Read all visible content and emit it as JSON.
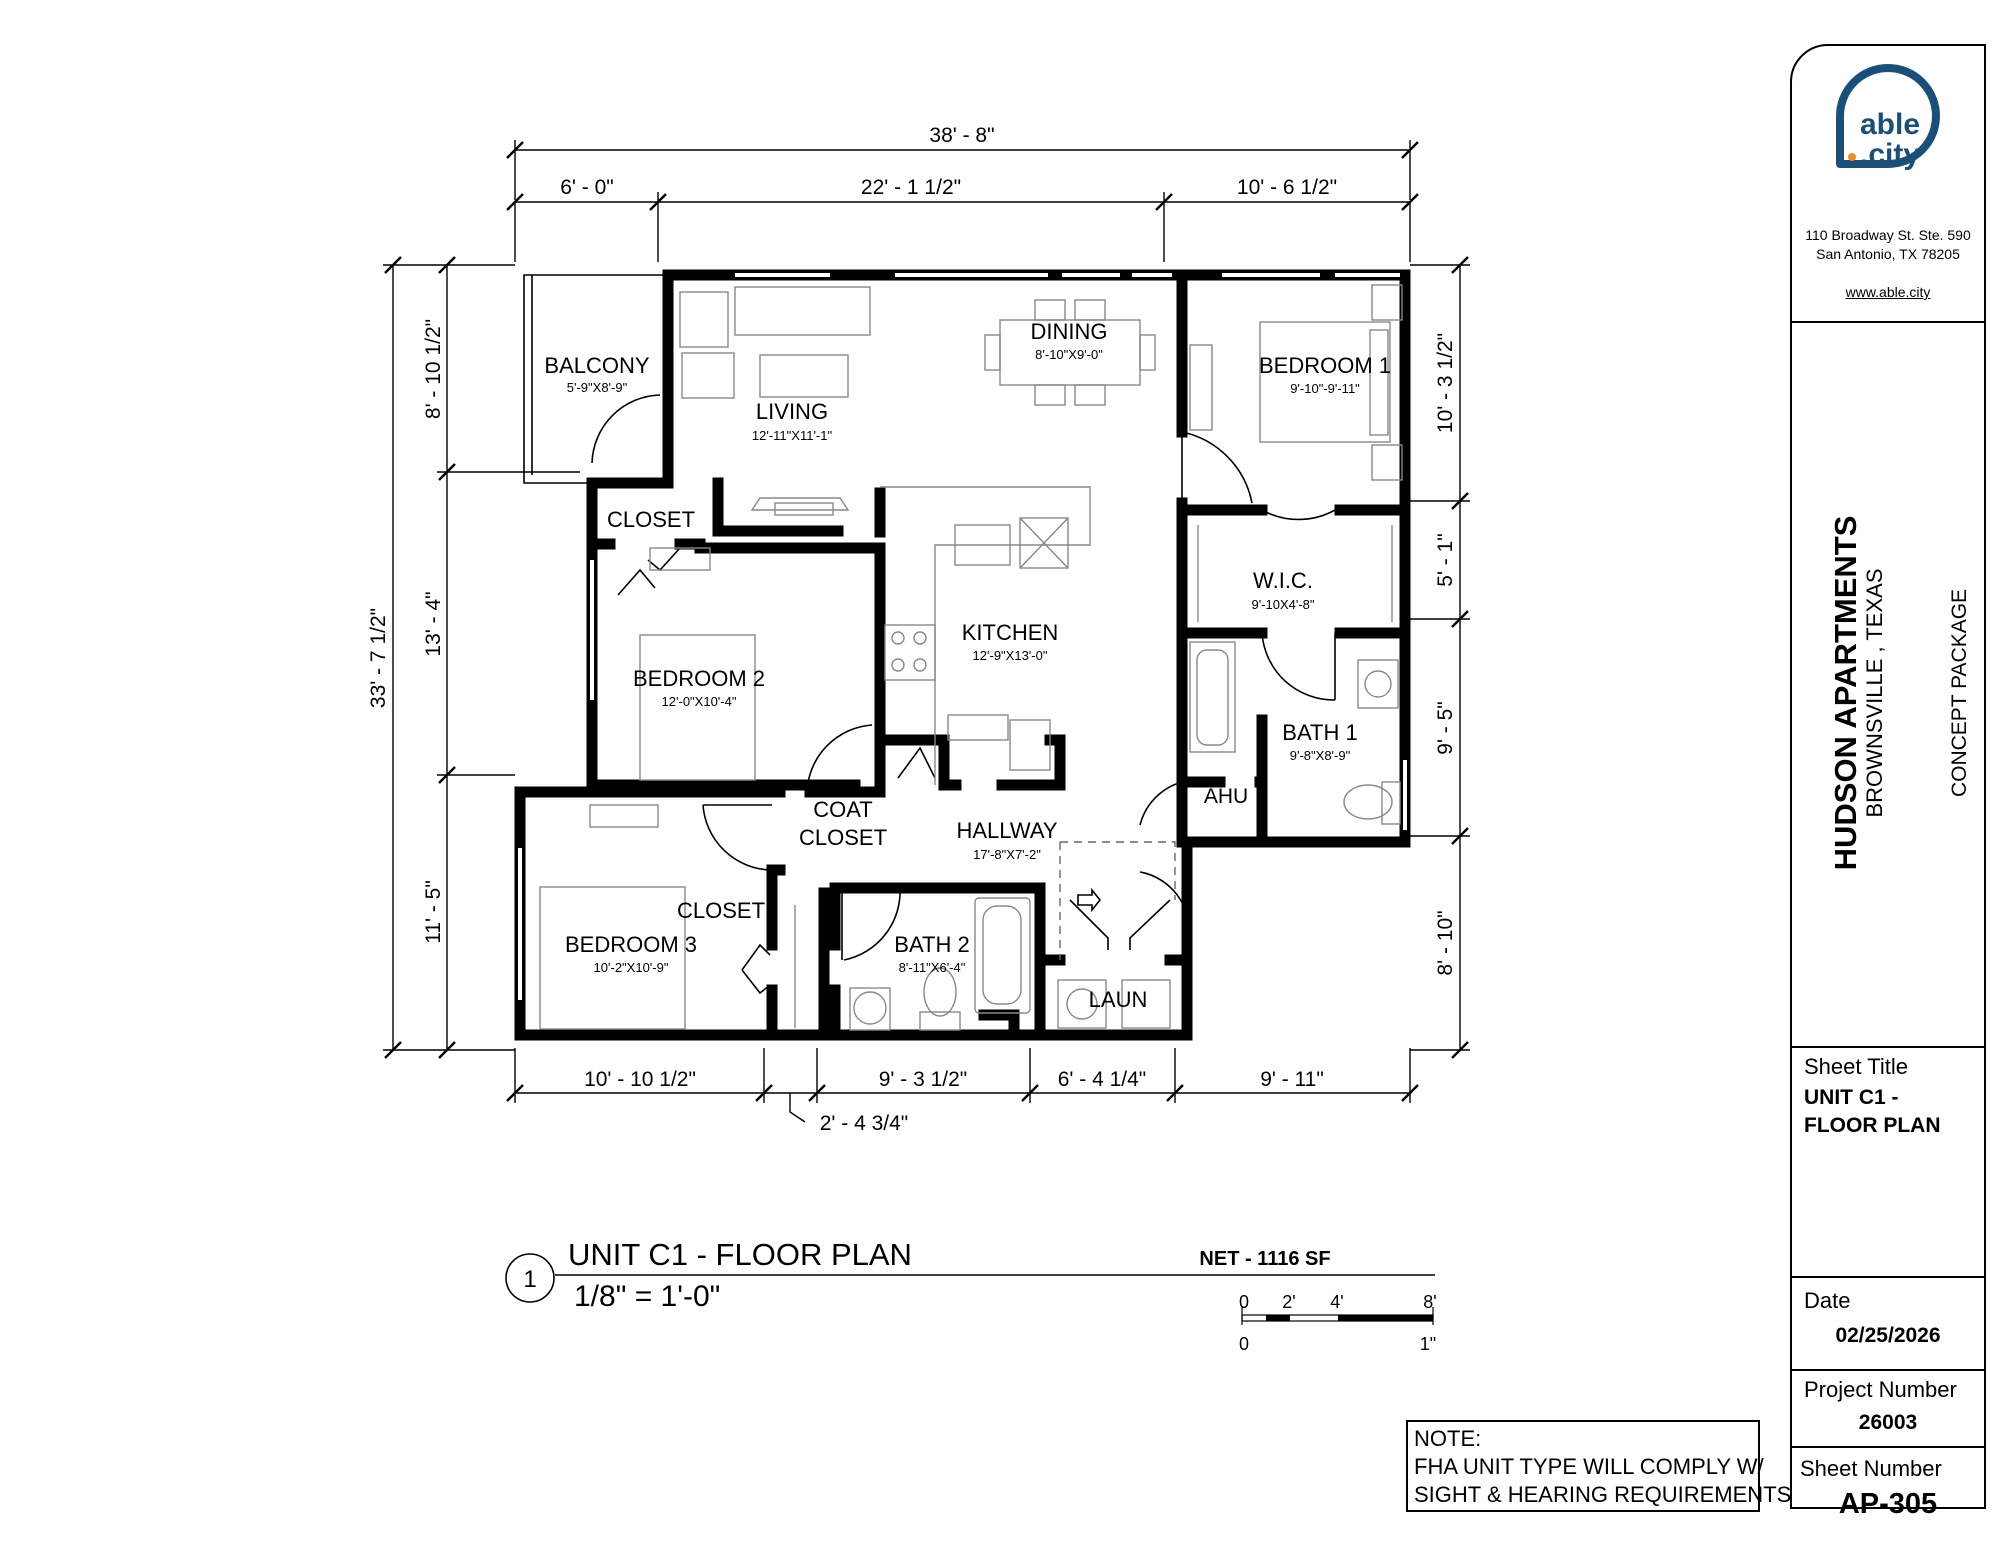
{
  "dimensions": {
    "top_overall": "38' - 8\"",
    "top": [
      "6' - 0\"",
      "22' - 1 1/2\"",
      "10' - 6 1/2\""
    ],
    "left_overall": "33' - 7 1/2\"",
    "left": [
      "8' - 10 1/2\"",
      "13' - 4\"",
      "11' - 5\""
    ],
    "right": [
      "10' - 3 1/2\"",
      "5' - 1\"",
      "9' - 5\"",
      "8' - 10\""
    ],
    "bottom": [
      "10' - 10 1/2\"",
      "9' - 3 1/2\"",
      "6' - 4 1/4\"",
      "9' - 11\""
    ],
    "bottom_extra": "2' - 4 3/4\""
  },
  "rooms": {
    "balcony": {
      "name": "BALCONY",
      "size": "5'-9\"X8'-9\""
    },
    "living": {
      "name": "LIVING",
      "size": "12'-11\"X11'-1\""
    },
    "dining": {
      "name": "DINING",
      "size": "8'-10\"X9'-0\""
    },
    "bedroom1": {
      "name": "BEDROOM 1",
      "size": "9'-10\"-9'-11\""
    },
    "closet_top": {
      "name": "CLOSET"
    },
    "wic": {
      "name": "W.I.C.",
      "size": "9'-10X4'-8\""
    },
    "kitchen": {
      "name": "KITCHEN",
      "size": "12'-9\"X13'-0\""
    },
    "bedroom2": {
      "name": "BEDROOM 2",
      "size": "12'-0\"X10'-4\""
    },
    "bath1": {
      "name": "BATH 1",
      "size": "9'-8\"X8'-9\""
    },
    "ahu": {
      "name": "AHU"
    },
    "coat_closet": {
      "line1": "COAT",
      "line2": "CLOSET"
    },
    "hallway": {
      "name": "HALLWAY",
      "size": "17'-8\"X7'-2\""
    },
    "closet_bottom": {
      "name": "CLOSET"
    },
    "bedroom3": {
      "name": "BEDROOM 3",
      "size": "10'-2\"X10'-9\""
    },
    "bath2": {
      "name": "BATH 2",
      "size": "8'-11\"X6'-4\""
    },
    "laun": {
      "name": "LAUN"
    }
  },
  "drawing": {
    "number": "1",
    "title": "UNIT C1 - FLOOR PLAN",
    "scale": "1/8\" = 1'-0\"",
    "net_area": "NET -  1116 SF",
    "scale_bar": {
      "labels": [
        "0",
        "2'",
        "4'",
        "8'"
      ],
      "bottom": [
        "0",
        "1\""
      ]
    }
  },
  "title_block": {
    "logo": {
      "line1": "able",
      "line2": ".city"
    },
    "address_line1": "110 Broadway St. Ste. 590",
    "address_line2": "San Antonio, TX 78205",
    "website": "www.able.city",
    "project_name": "HUDSON APARTMENTS",
    "location": "BROWNSVILLE , TEXAS",
    "package": "CONCEPT PACKAGE",
    "sheet_title_label": "Sheet Title",
    "sheet_title_line1": "UNIT C1 -",
    "sheet_title_line2": "FLOOR PLAN",
    "date_label": "Date",
    "date": "02/25/2026",
    "project_number_label": "Project Number",
    "project_number": "26003",
    "sheet_number_label": "Sheet Number",
    "sheet_number": "AP-305"
  },
  "note": {
    "line1": "NOTE:",
    "line2": "FHA UNIT TYPE WILL COMPLY W/",
    "line3": "SIGHT & HEARING REQUIREMENTS"
  },
  "colors": {
    "logo": "#1a4f7a",
    "logo_dot": "#f08a24"
  }
}
